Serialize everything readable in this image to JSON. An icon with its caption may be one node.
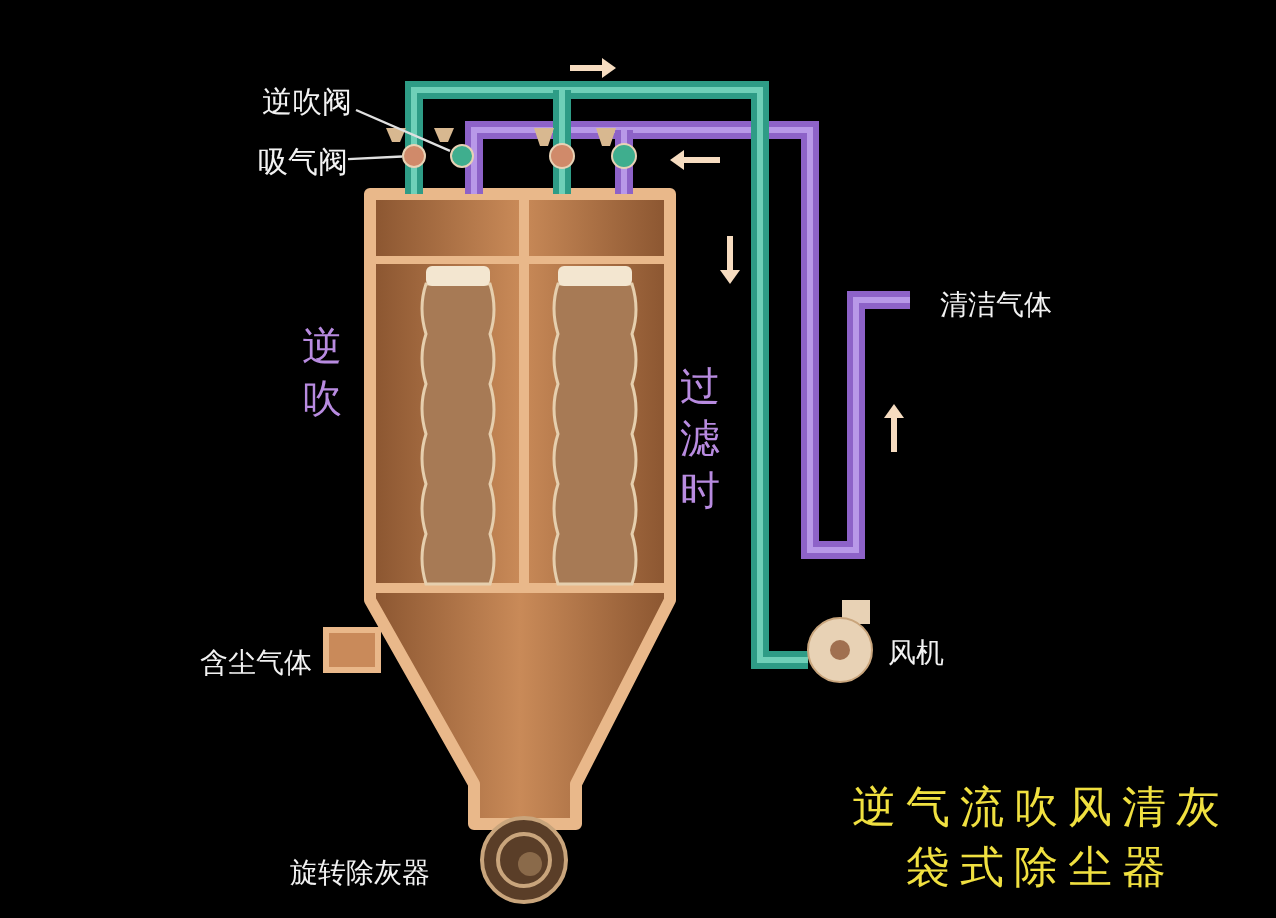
{
  "diagram": {
    "title": "逆气流吹风清灰袋式除尘器",
    "nodes": [
      {
        "text": [
          "逆吹阀"
        ]
      },
      {
        "text": [
          "吸气阀"
        ]
      },
      {
        "text": [],
        "shape": "circle"
      },
      {
        "text": [],
        "shape": "circle"
      }
    ],
    "edges": [
      {
        "from": 0,
        "to": 3,
        "arrow": "none"
      },
      {
        "from": 1,
        "to": 2,
        "arrow": "none"
      }
    ],
    "labels": [
      "清洁气体",
      "逆吹",
      "过滤时",
      "风机",
      "含尘气体",
      "旋转除灰器"
    ]
  }
}
